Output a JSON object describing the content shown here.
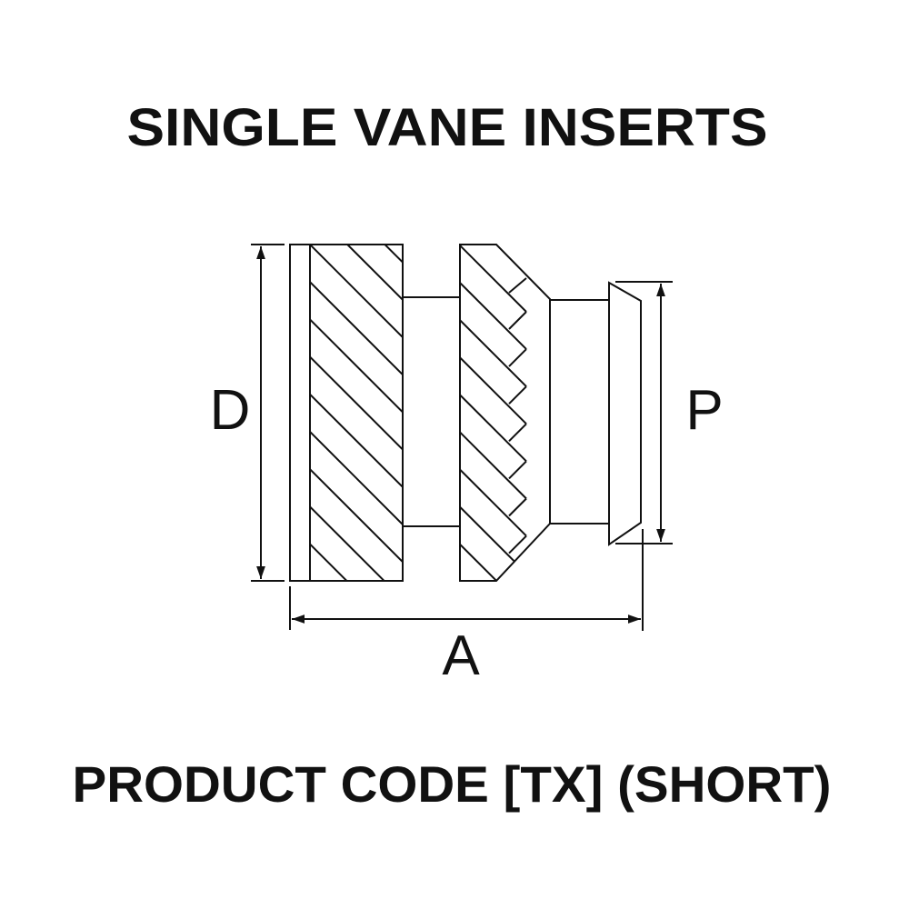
{
  "title": "SINGLE VANE INSERTS",
  "product_code": "PRODUCT CODE [TX] (SHORT)",
  "dimensions": {
    "diameter_label": "D",
    "pilot_label": "P",
    "length_label": "A"
  },
  "colors": {
    "line": "#111111",
    "background": "#ffffff"
  }
}
